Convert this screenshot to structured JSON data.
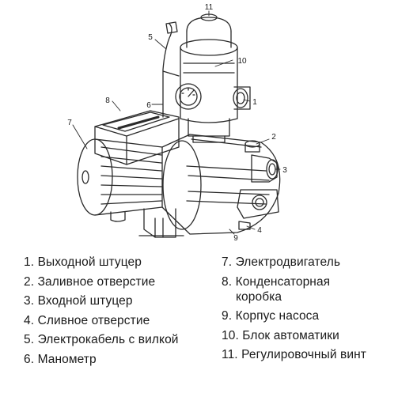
{
  "callouts": [
    "1",
    "2",
    "3",
    "4",
    "5",
    "6",
    "7",
    "8",
    "9",
    "10",
    "11"
  ],
  "legend": [
    {
      "num": "1.",
      "text": "Выходной штуцер"
    },
    {
      "num": "2.",
      "text": "Заливное отверстие"
    },
    {
      "num": "3.",
      "text": "Входной штуцер"
    },
    {
      "num": "4.",
      "text": "Сливное отверстие"
    },
    {
      "num": "5.",
      "text": "Электрокабель с вилкой"
    },
    {
      "num": "6.",
      "text": "Манометр"
    },
    {
      "num": "7.",
      "text": "Электродвигатель"
    },
    {
      "num": "8.",
      "text": "Конденсаторная",
      "cont": "коробка"
    },
    {
      "num": "9.",
      "text": "Корпус насоса"
    },
    {
      "num": "10.",
      "text": "Блок автоматики"
    },
    {
      "num": "11.",
      "text": "Регулировочный винт"
    }
  ],
  "colors": {
    "line": "#2a2a2a",
    "background": "#ffffff"
  }
}
